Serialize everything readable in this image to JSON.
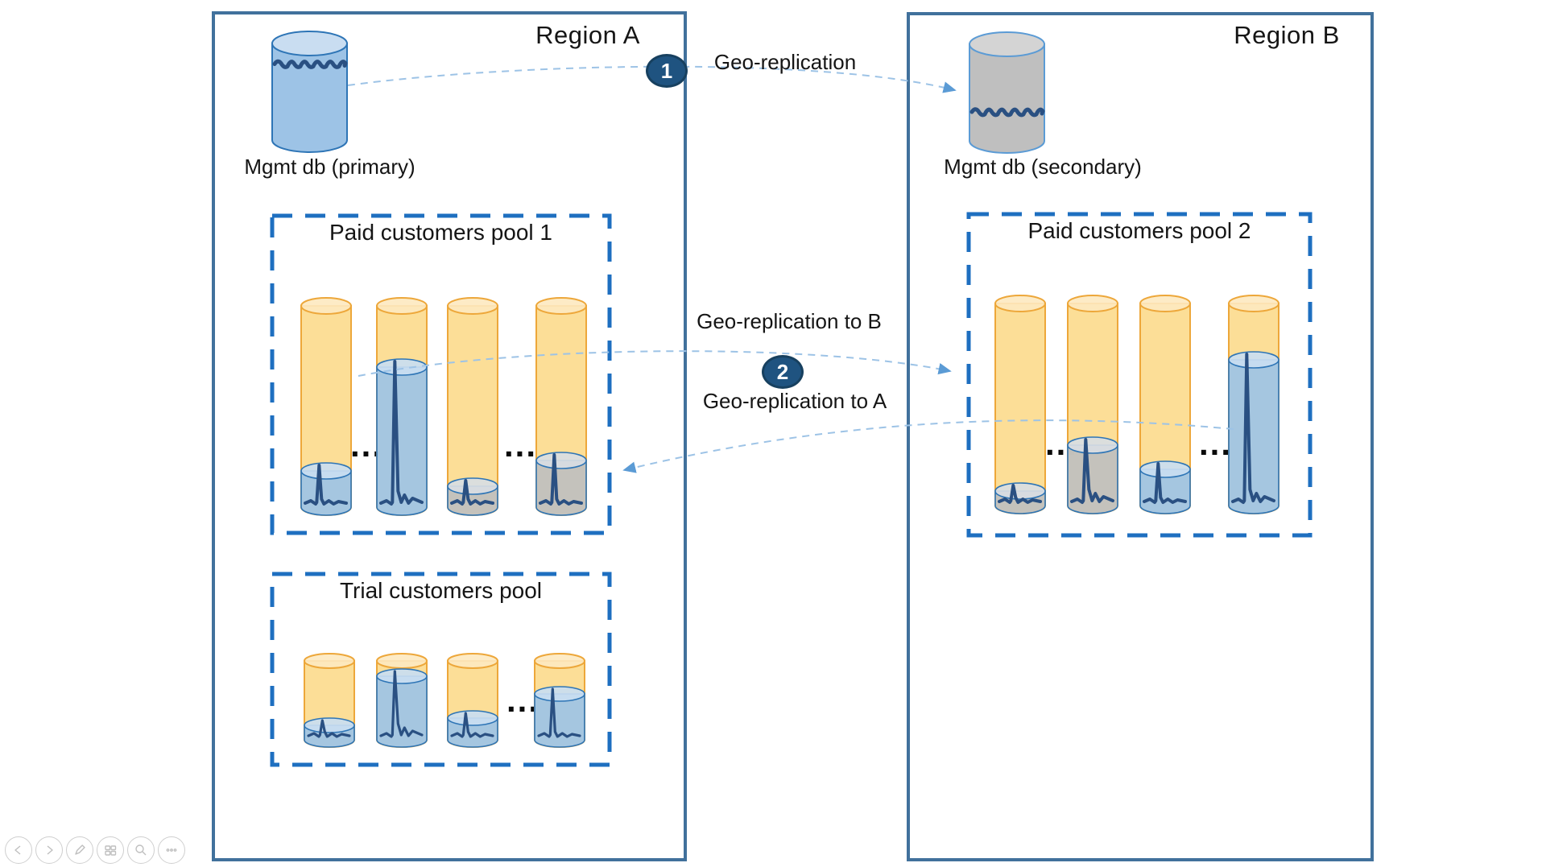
{
  "slide": {
    "dots_glyph": "...",
    "region_a": {
      "title": "Region A",
      "mgmt_db": {
        "label": "Mgmt db (primary)",
        "style": "blue"
      },
      "pools": {
        "pool1": {
          "title": "Paid customers pool 1",
          "items": [
            {
              "kind": "db",
              "color": "blue",
              "level": 0.24,
              "spike": "small"
            },
            {
              "kind": "dots"
            },
            {
              "kind": "db",
              "color": "blue",
              "level": 0.72,
              "spike": "tall"
            },
            {
              "kind": "db",
              "color": "gray",
              "level": 0.17,
              "spike": "small"
            },
            {
              "kind": "dots"
            },
            {
              "kind": "db",
              "color": "gray",
              "level": 0.29,
              "spike": "small"
            }
          ]
        },
        "trial": {
          "title": "Trial customers pool",
          "items": [
            {
              "kind": "db",
              "color": "blue",
              "level": 0.31,
              "spike": "small"
            },
            {
              "kind": "db",
              "color": "blue",
              "level": 0.84,
              "spike": "tall"
            },
            {
              "kind": "db",
              "color": "blue",
              "level": 0.39,
              "spike": "small"
            },
            {
              "kind": "dots"
            },
            {
              "kind": "db",
              "color": "blue",
              "level": 0.65,
              "spike": "small"
            }
          ]
        }
      }
    },
    "region_b": {
      "title": "Region B",
      "mgmt_db": {
        "label": "Mgmt db (secondary)",
        "style": "gray"
      },
      "pools": {
        "pool2": {
          "title": "Paid customers pool 2",
          "items": [
            {
              "kind": "db",
              "color": "gray",
              "level": 0.14,
              "spike": "small"
            },
            {
              "kind": "dots"
            },
            {
              "kind": "db",
              "color": "gray",
              "level": 0.35,
              "spike": "tall"
            },
            {
              "kind": "db",
              "color": "blue",
              "level": 0.24,
              "spike": "small"
            },
            {
              "kind": "dots"
            },
            {
              "kind": "db",
              "color": "blue",
              "level": 0.74,
              "spike": "tall"
            }
          ]
        }
      }
    },
    "annotations": {
      "step1": {
        "badge": "1",
        "label": "Geo-replication"
      },
      "step2": {
        "badge": "2",
        "label_to_b": "Geo-replication to B",
        "label_to_a": "Geo-replication to A"
      }
    }
  },
  "toolbar": {
    "icons": [
      {
        "name": "previous-slide"
      },
      {
        "name": "next-slide"
      },
      {
        "name": "pen-tools"
      },
      {
        "name": "see-all-slides"
      },
      {
        "name": "zoom-slide"
      },
      {
        "name": "more-options"
      }
    ]
  },
  "colors": {
    "region_border": "#41719C",
    "pool_border": "#1E6FC0",
    "orange_fill": "#FCDA8C",
    "orange_top": "#FDE9C0",
    "orange_stroke": "#EDA73A",
    "blue_fill": "#9DC3E6",
    "blue_top": "#C9DDF1",
    "blue_stroke": "#2E75B6",
    "gray_fill": "#BFBFBF",
    "gray_top": "#D8DDE3",
    "gray_body_top": "#D4D4D4",
    "spike_line": "#2A5082",
    "arrow": "#9DC3E6",
    "arrowhead": "#5B9BD5",
    "badge_bg": "#1F5380"
  }
}
